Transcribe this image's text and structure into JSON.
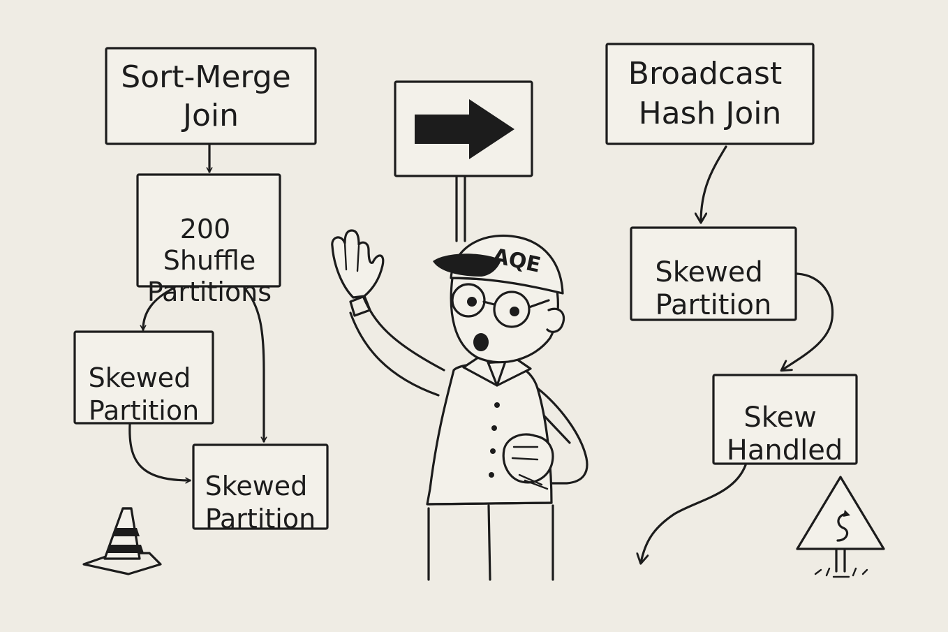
{
  "diagram": {
    "left": {
      "root": "Sort-Merge Join",
      "partitions": "200 Shuffle Partitions",
      "skew_a": "Skewed Partition",
      "skew_b": "Skewed Partition"
    },
    "center": {
      "cap_text": "AQE",
      "sign": "right-arrow-sign-icon"
    },
    "right": {
      "root": "Broadcast Hash Join",
      "skew": "Skewed Partition",
      "handled": "Skew Handled"
    },
    "decorations": [
      "traffic-cone-icon",
      "winding-road-warning-sign-icon"
    ]
  }
}
